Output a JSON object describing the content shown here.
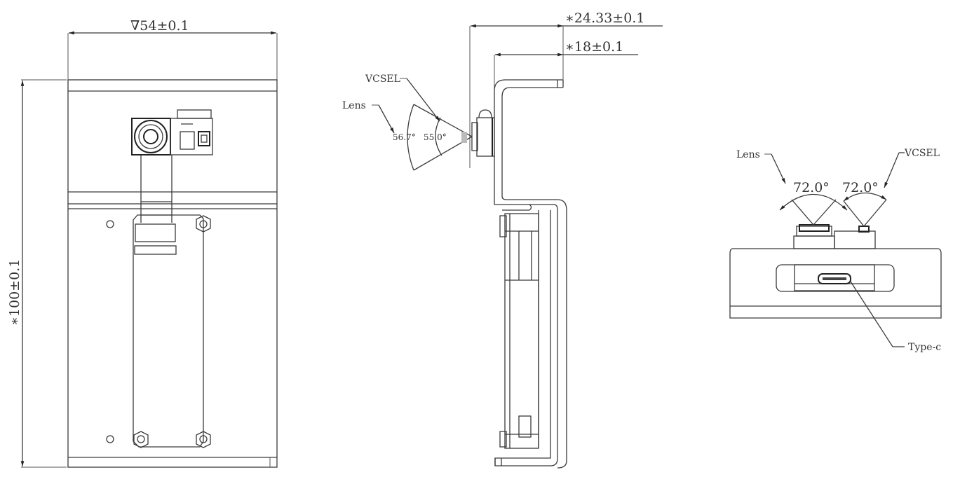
{
  "drawing": {
    "front_view": {
      "width_dim": "∇54±0.1",
      "height_dim": "∗100±0.1"
    },
    "side_view": {
      "depth_dim_outer": "∗24.33±0.1",
      "depth_dim_inner": "∗18±0.1",
      "label_vcsel": "VCSEL",
      "label_lens": "Lens",
      "angle_lens": "56.7°",
      "angle_vcsel": "55.0°"
    },
    "bottom_view": {
      "label_lens": "Lens",
      "label_vcsel": "VCSEL",
      "angle_lens": "72.0°",
      "angle_vcsel": "72.0°",
      "label_port": "Type-c"
    },
    "colors": {
      "line": "#3a3a3a",
      "text": "#333333",
      "background": "#ffffff"
    }
  }
}
